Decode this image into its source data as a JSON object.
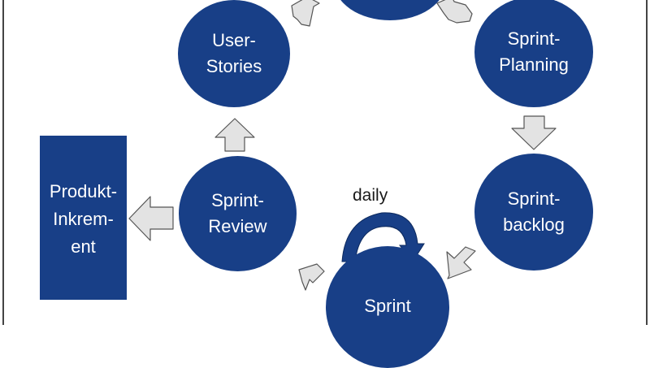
{
  "colors": {
    "node_fill": "#183f87",
    "arrow_fill": "#e3e3e3",
    "arrow_stroke": "#555555",
    "daily_arrow": "#183f87",
    "text": "#ffffff"
  },
  "nodes": {
    "user_stories": "User-\nStories",
    "top": "",
    "sprint_planning": "Sprint-\nPlanning",
    "sprint_backlog": "Sprint-\nbacklog",
    "sprint": "Sprint",
    "sprint_review": "Sprint-\nReview",
    "product_increment": "Produkt-\nInkrem-\nent"
  },
  "daily_label": "daily"
}
